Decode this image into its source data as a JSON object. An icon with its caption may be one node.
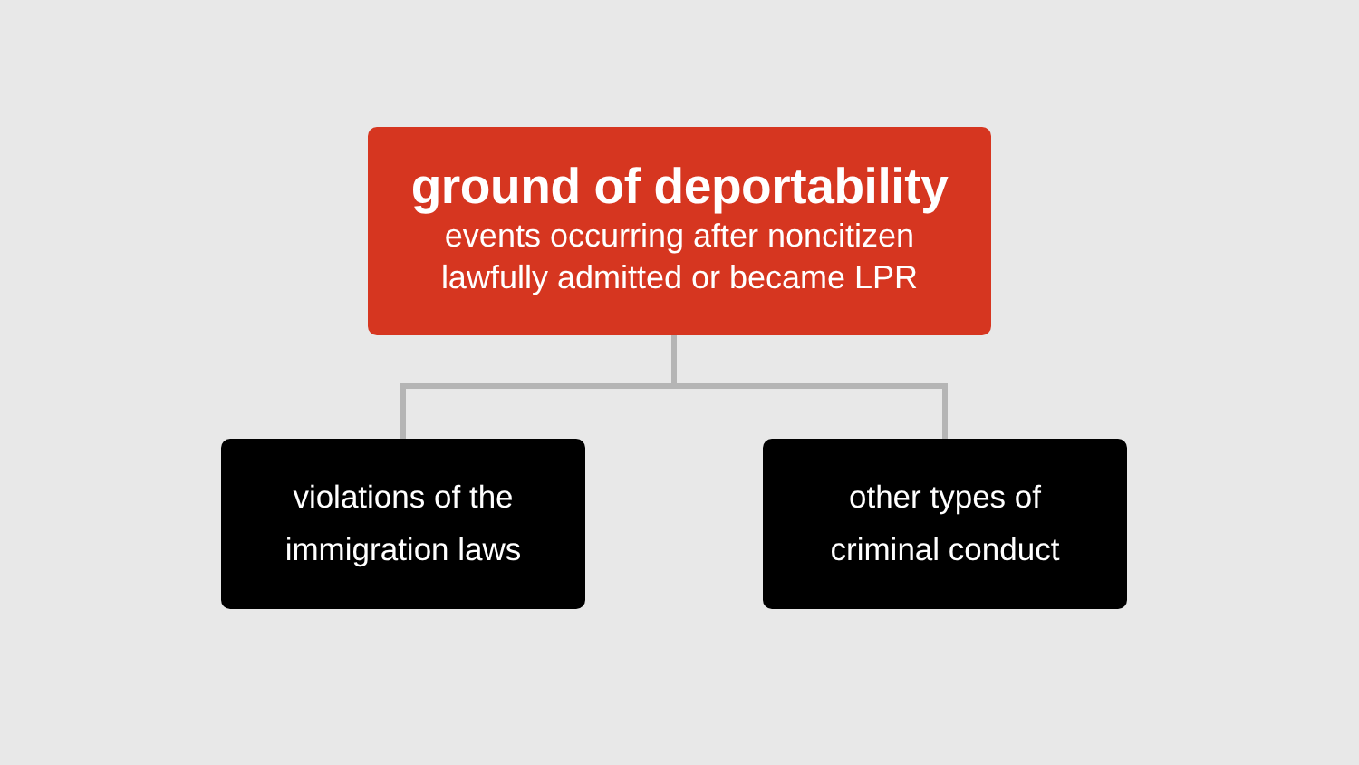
{
  "diagram": {
    "nodes": [
      {
        "text": [
          "ground of deportability",
          "events occurring after noncitizen lawfully admitted or became LPR"
        ]
      },
      {
        "text": [
          "violations of the immigration laws"
        ]
      },
      {
        "text": [
          "other types of criminal conduct"
        ]
      }
    ],
    "edges": [
      {
        "from": 0,
        "to": 1,
        "arrow": "none"
      },
      {
        "from": 0,
        "to": 2,
        "arrow": "none"
      }
    ]
  }
}
